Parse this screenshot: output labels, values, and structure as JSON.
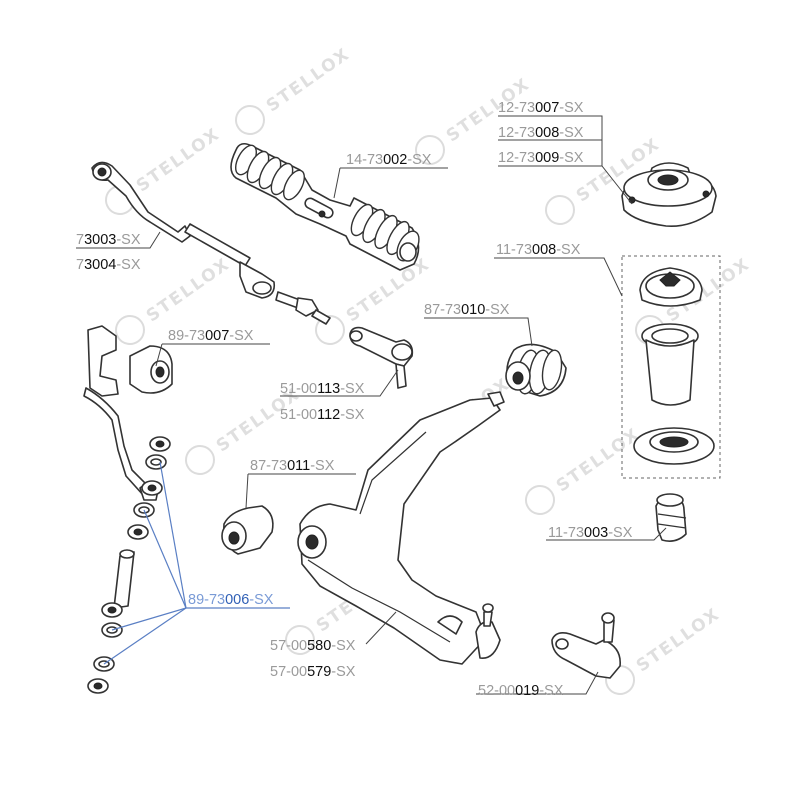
{
  "watermark": "STELLOX",
  "labels": [
    {
      "id": "12-73007",
      "a": "12-73",
      "b": "007",
      "c": "-SX"
    },
    {
      "id": "12-73008",
      "a": "12-73",
      "b": "008",
      "c": "-SX"
    },
    {
      "id": "12-73009",
      "a": "12-73",
      "b": "009",
      "c": "-SX"
    },
    {
      "id": "14-73002",
      "a": "14-73",
      "b": "002",
      "c": "-SX"
    },
    {
      "id": "73003",
      "a": "7",
      "b": "3003",
      "c": "-SX"
    },
    {
      "id": "73004",
      "a": "7",
      "b": "3004",
      "c": "-SX"
    },
    {
      "id": "11-73008",
      "a": "11-73",
      "b": "008",
      "c": "-SX"
    },
    {
      "id": "87-73010",
      "a": "87-73",
      "b": "010",
      "c": "-SX"
    },
    {
      "id": "89-73007",
      "a": "89-73",
      "b": "007",
      "c": "-SX"
    },
    {
      "id": "51-00113",
      "a": "51-00",
      "b": "113",
      "c": "-SX"
    },
    {
      "id": "51-00112",
      "a": "51-00",
      "b": "112",
      "c": "-SX"
    },
    {
      "id": "87-73011",
      "a": "87-73",
      "b": "011",
      "c": "-SX"
    },
    {
      "id": "11-73003",
      "a": "11-73",
      "b": "003",
      "c": "-SX"
    },
    {
      "id": "89-73006",
      "a": "89-73",
      "b": "006",
      "c": "-SX"
    },
    {
      "id": "57-00580",
      "a": "57-00",
      "b": "580",
      "c": "-SX"
    },
    {
      "id": "57-00579",
      "a": "57-00",
      "b": "579",
      "c": "-SX"
    },
    {
      "id": "52-00019",
      "a": "52-00",
      "b": "019",
      "c": "-SX"
    }
  ]
}
